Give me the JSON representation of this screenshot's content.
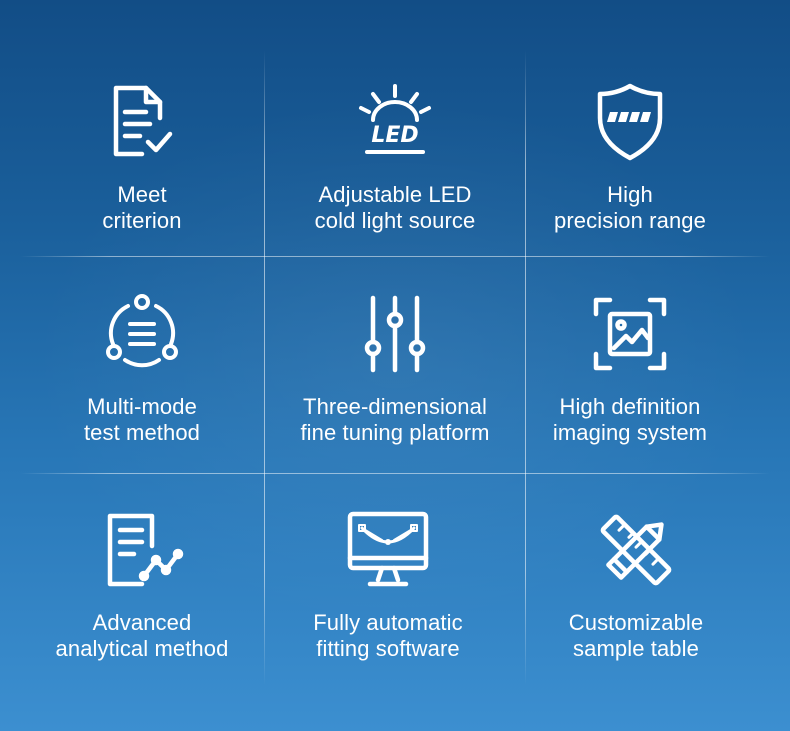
{
  "features": [
    {
      "icon": "document-check-icon",
      "line1": "Meet",
      "line2": "criterion"
    },
    {
      "icon": "led-light-icon",
      "icon_text": "LED",
      "line1": "Adjustable LED",
      "line2": "cold light source"
    },
    {
      "icon": "shield-icon",
      "line1": "High",
      "line2": "precision range"
    },
    {
      "icon": "cycle-list-icon",
      "line1": "Multi-mode",
      "line2": "test method"
    },
    {
      "icon": "sliders-icon",
      "line1": "Three-dimensional",
      "line2": "fine tuning platform"
    },
    {
      "icon": "image-frame-icon",
      "line1": "High definition",
      "line2": "imaging system"
    },
    {
      "icon": "report-chart-icon",
      "line1": "Advanced",
      "line2": "analytical method"
    },
    {
      "icon": "monitor-curve-icon",
      "line1": "Fully automatic",
      "line2": "fitting software"
    },
    {
      "icon": "pencil-ruler-icon",
      "line1": "Customizable",
      "line2": "sample table"
    }
  ],
  "colors": {
    "background_top": "#124d86",
    "background_bottom": "#3c8fd0",
    "foreground": "#ffffff"
  }
}
